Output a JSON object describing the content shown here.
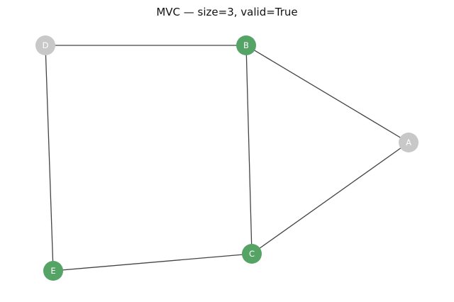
{
  "title": "MVC — size=3, valid=True",
  "colors": {
    "in_cover": "#55a466",
    "not_in_cover": "#c8c8c8",
    "edge": "#444444",
    "label": "#ffffff",
    "background": "#ffffff"
  },
  "graph": {
    "nodes": [
      {
        "id": "A",
        "label": "A",
        "in_cover": false
      },
      {
        "id": "B",
        "label": "B",
        "in_cover": true
      },
      {
        "id": "C",
        "label": "C",
        "in_cover": true
      },
      {
        "id": "D",
        "label": "D",
        "in_cover": false
      },
      {
        "id": "E",
        "label": "E",
        "in_cover": true
      }
    ],
    "edges": [
      [
        "D",
        "B"
      ],
      [
        "B",
        "A"
      ],
      [
        "B",
        "C"
      ],
      [
        "A",
        "C"
      ],
      [
        "C",
        "E"
      ],
      [
        "D",
        "E"
      ]
    ]
  }
}
